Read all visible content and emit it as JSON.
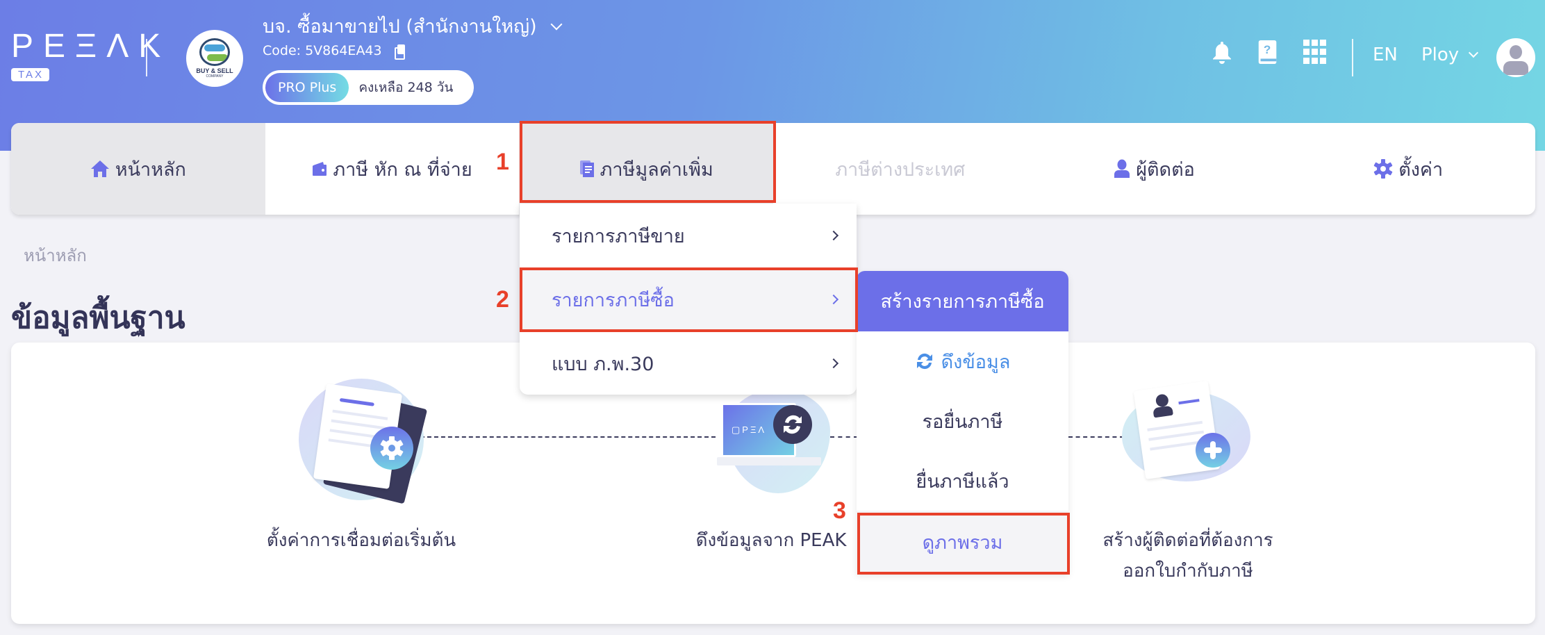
{
  "header": {
    "logo_text": "PEΞΛK",
    "logo_badge": "TAX",
    "company_logo_text": "BUY & SELL",
    "company_logo_sub": "COMPANY",
    "company_name": "บจ. ซื้อมาขายไป (สำนักงานใหญ่)",
    "company_code": "Code: 5V864EA43",
    "plan_label": "PRO Plus",
    "plan_remaining": "คงเหลือ 248 วัน",
    "language": "EN",
    "username": "Ploy",
    "icons": [
      "bell-icon",
      "help-book-icon",
      "apps-grid-icon",
      "user-avatar-icon"
    ]
  },
  "nav": {
    "tabs": [
      {
        "label": "หน้าหลัก",
        "icon": "home-icon",
        "state": "active"
      },
      {
        "label": "ภาษี หัก ณ ที่จ่าย",
        "icon": "wallet-icon",
        "state": "normal"
      },
      {
        "label": "ภาษีมูลค่าเพิ่ม",
        "icon": "document-icon",
        "state": "open"
      },
      {
        "label": "ภาษีต่างประเทศ",
        "icon": "",
        "state": "disabled"
      },
      {
        "label": "ผู้ติดต่อ",
        "icon": "user-icon",
        "state": "normal"
      },
      {
        "label": "ตั้งค่า",
        "icon": "gear-icon",
        "state": "normal"
      }
    ]
  },
  "dropdown": {
    "items": [
      {
        "label": "รายการภาษีขาย"
      },
      {
        "label": "รายการภาษีซื้อ"
      },
      {
        "label": "แบบ ภ.พ.30"
      }
    ]
  },
  "submenu": {
    "header": "สร้างรายการภาษีซื้อ",
    "items": [
      {
        "label": "ดึงข้อมูล",
        "icon": "refresh-icon"
      },
      {
        "label": "รอยื่นภาษี"
      },
      {
        "label": "ยื่นภาษีแล้ว"
      },
      {
        "label": "ดูภาพรวม"
      }
    ]
  },
  "page": {
    "breadcrumb": "หน้าหลัก",
    "title": "ข้อมูลพื้นฐาน",
    "steps": [
      {
        "label": "ตั้งค่าการเชื่อมต่อเริ่มต้น"
      },
      {
        "label": "ดึงข้อมูลจาก PEAK"
      },
      {
        "label_line1": "สร้างผู้ติดต่อที่ต้องการ",
        "label_line2": "ออกใบกำกับภาษี"
      }
    ]
  },
  "annotations": [
    "1",
    "2",
    "3"
  ],
  "colors": {
    "accent": "#6c6fe8",
    "link_blue": "#4a8fe6",
    "annotation_red": "#e8402a",
    "text_dark": "#3a3a5c",
    "header_gradient_start": "#6c7ee6",
    "header_gradient_end": "#74d6e4"
  }
}
